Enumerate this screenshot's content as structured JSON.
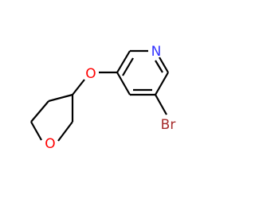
{
  "molecule": {
    "atoms": {
      "nitrogen": {
        "label": "N",
        "color": "#3333ff"
      },
      "oxygen_ether": {
        "label": "O",
        "color": "#ff0000"
      },
      "oxygen_ring": {
        "label": "O",
        "color": "#ff0000"
      },
      "bromine": {
        "label": "Br",
        "color": "#a52a2a"
      }
    },
    "bond_color": "#000000",
    "background": "#ffffff"
  }
}
